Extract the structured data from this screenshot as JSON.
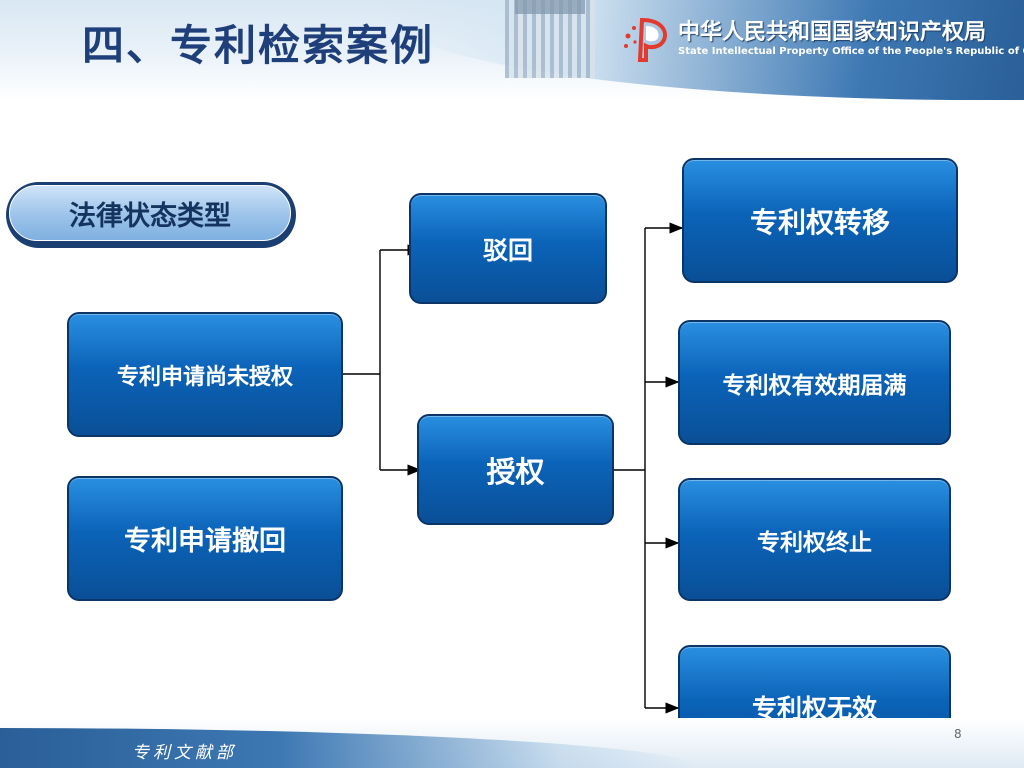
{
  "header": {
    "title": "四、专利检索案例",
    "logo_cn": "中华人民共和国国家知识产权局",
    "logo_en": "State Intellectual Property Office of the People's Republic of China"
  },
  "section_label": "法律状态类型",
  "nodes": {
    "pending": "专利申请尚未授权",
    "withdrawn": "专利申请撤回",
    "rejected": "驳回",
    "granted": "授权",
    "transfer": "专利权转移",
    "expired": "专利权有效期届满",
    "terminated": "专利权终止",
    "invalid": "专利权无效"
  },
  "page_number": "8",
  "footer": "专利文献部",
  "colors": {
    "box": "#0b63b8",
    "title": "#1f3f7a",
    "pill": "#9cc3ea"
  }
}
